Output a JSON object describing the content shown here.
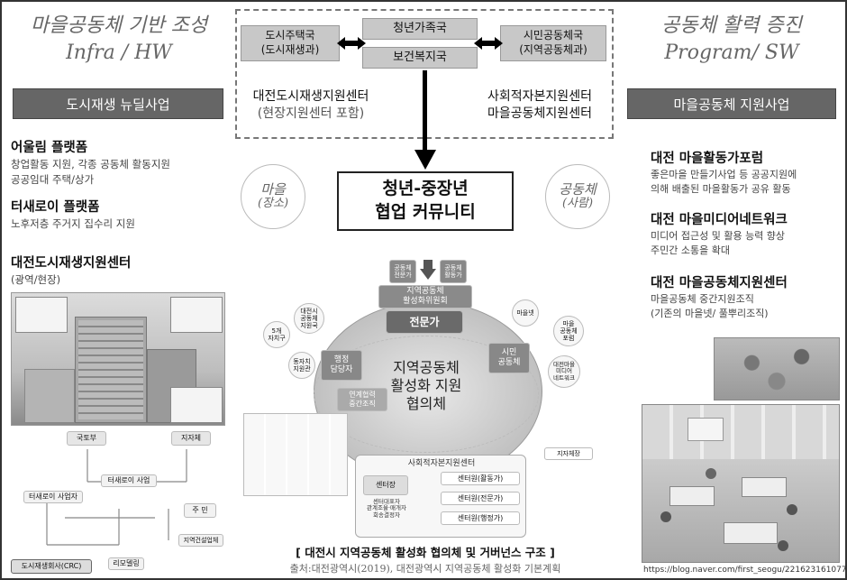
{
  "left": {
    "title": "마을공동체 기반 조성",
    "subtitle": "Infra / HW",
    "banner": "도시재생 뉴딜사업",
    "items": [
      {
        "heading": "어울림 플랫폼",
        "desc": [
          "창업활동 지원, 각종 공동체 활동지원",
          "공공임대 주택/상가"
        ]
      },
      {
        "heading": "터새로이 플랫폼",
        "desc": [
          "노후저층 주거지 집수리 지원"
        ]
      },
      {
        "heading": "대전도시재생지원센터",
        "desc": [
          "(광역/현장)"
        ]
      }
    ],
    "flow": {
      "top": "국토부",
      "right": "지자체",
      "sub_business": "터새로이 사업",
      "sub_operator": "터새로이 사업자",
      "resident": "주 민",
      "school": "도시재생회사(CRC)",
      "bottom": "리모델링",
      "right_bottom": "지역건설업체"
    }
  },
  "center": {
    "box_left": [
      "도시주택국",
      "(도시재생과)"
    ],
    "box_mid_top": "청년가족국",
    "box_mid_bottom": "보건복지국",
    "box_right": [
      "시민공동체국",
      "(지역공동체과)"
    ],
    "center_left": [
      "대전도시재생지원센터",
      "(현장지원센터 포함)"
    ],
    "center_right": [
      "사회적자본지원센터",
      "마을공동체지원센터"
    ],
    "circle_left": [
      "마을",
      "(장소)"
    ],
    "circle_right": [
      "공동체",
      "(사람)"
    ],
    "main": [
      "청년-중장년",
      "협업 커뮤니티"
    ],
    "diagram": {
      "top_left": [
        "공동체",
        "전문가"
      ],
      "top_right": [
        "공동체",
        "활동가"
      ],
      "council": [
        "지역공동체",
        "활성화위원회"
      ],
      "expert": "전문가",
      "core": [
        "지역공동체",
        "활성화 지원",
        "협의체"
      ],
      "admin": [
        "행정",
        "담당자"
      ],
      "citizen": [
        "시민",
        "공동체"
      ],
      "middle": [
        "연계협력",
        "중간조직"
      ],
      "left_circles": [
        [
          "대전시",
          "공동체",
          "지원국"
        ],
        [
          "5개",
          "자치구"
        ],
        [
          "동자치",
          "지원관"
        ]
      ],
      "right_circles": [
        "마을넷",
        [
          "마을",
          "공동체",
          "포럼"
        ],
        [
          "대전마을",
          "미디어",
          "네트워크"
        ]
      ],
      "mayor": "지자체장",
      "social_center": "사회적자본지원센터",
      "center_head": "센터장",
      "center_head_sub": [
        "센터대표자",
        "관계조율·매개자",
        "회송결정자"
      ],
      "staff": [
        "센터원(활동가)",
        "센터원(전문가)",
        "센터원(행정가)"
      ]
    },
    "caption": "[ 대전시 지역공동체 활성화 협의체 및 거버넌스 구조 ]",
    "source": "출처:대전광역시(2019), 대전광역시 지역공동체 활성화 기본계획"
  },
  "right": {
    "title": "공동체 활력 증진",
    "subtitle": "Program/ SW",
    "banner": "마을공동체 지원사업",
    "items": [
      {
        "heading": "대전 마을활동가포럼",
        "desc": [
          "좋은마을 만들기사업 등 공공지원에",
          "의해 배출된 마을활동가 공유 활동"
        ]
      },
      {
        "heading": "대전 마을미디어네트워크",
        "desc": [
          "미디어 접근성 및 활용 능력 향상",
          "주민간 소통을 확대"
        ]
      },
      {
        "heading": "대전 마을공동체지원센터",
        "desc": [
          "마을공동체 중간지원조직",
          "(기존의 마을넷/ 풀뿌리조직)"
        ]
      }
    ],
    "url": "https://blog.naver.com/first_seogu/221623161077"
  }
}
